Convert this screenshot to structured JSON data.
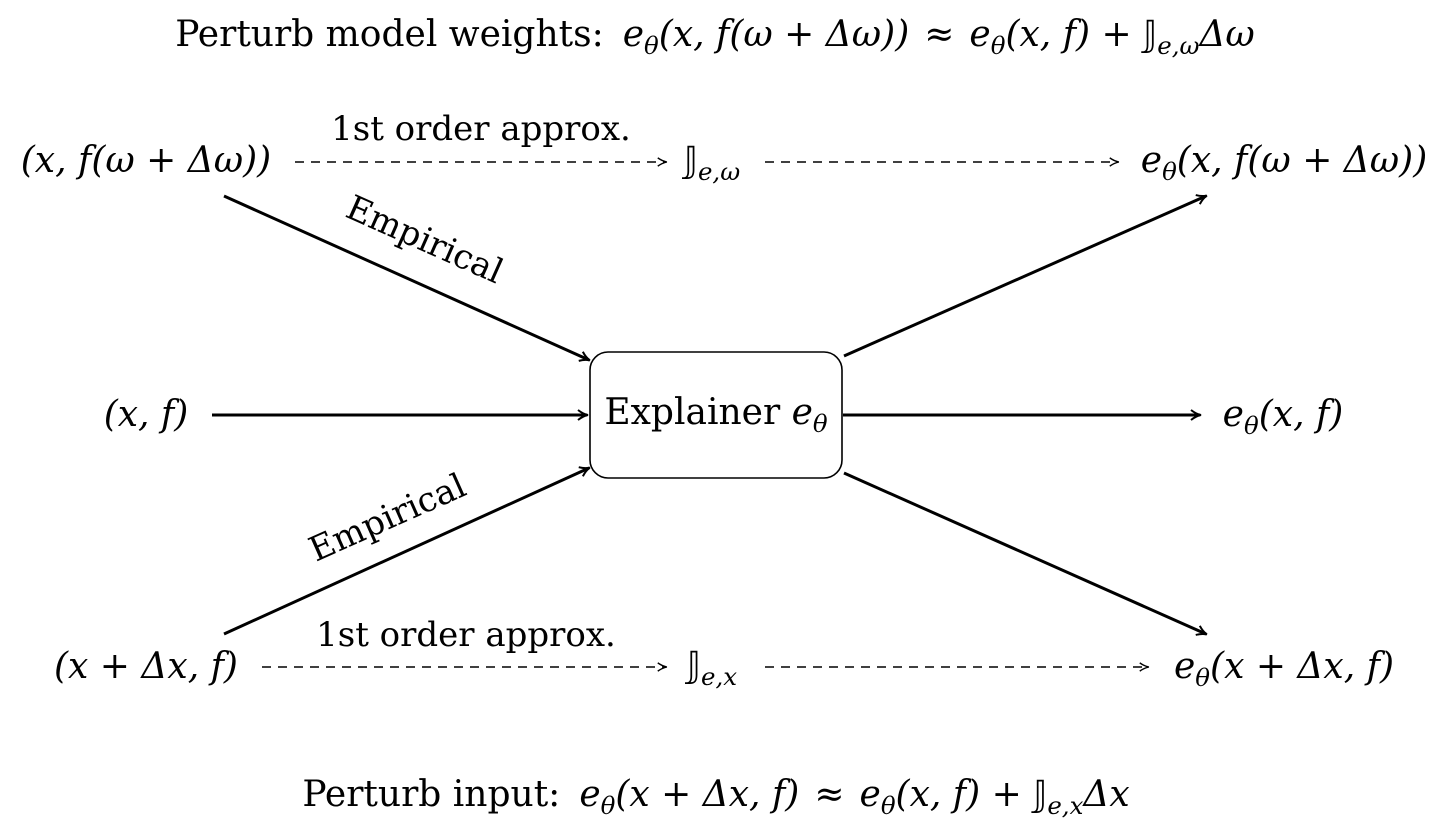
{
  "title_top": {
    "prefix": "Perturb model weights:",
    "e": "e",
    "theta": "θ",
    "lhs_args": "(x, f(ω + Δω))",
    "approx": "≈",
    "rhs_args": "(x, f) + ",
    "J": "𝕁",
    "J_sub": "e,ω",
    "delta": "Δω"
  },
  "title_bottom": {
    "prefix": "Perturb input:",
    "e": "e",
    "theta": "θ",
    "lhs_args": "(x + Δx, f)",
    "approx": "≈",
    "rhs_args": "(x, f) + ",
    "J": "𝕁",
    "J_sub": "e,x",
    "delta": "Δx"
  },
  "nodes": {
    "input_weights": "(x, f(ω + Δω))",
    "input_clean": "(x, f)",
    "input_perturbed": "(x + Δx, f)",
    "explainer_label": "Explainer ",
    "explainer_e": "e",
    "explainer_theta": "θ",
    "jacobian_weights": {
      "J": "𝕁",
      "sub": "e,ω"
    },
    "jacobian_input": {
      "J": "𝕁",
      "sub": "e,x"
    },
    "output_weights": {
      "e": "e",
      "theta": "θ",
      "args": "(x, f(ω + Δω))"
    },
    "output_clean": {
      "e": "e",
      "theta": "θ",
      "args": "(x, f)"
    },
    "output_perturbed": {
      "e": "e",
      "theta": "θ",
      "args": "(x + Δx, f)"
    }
  },
  "edge_labels": {
    "approx_top": "1st order approx.",
    "approx_bottom": "1st order approx.",
    "empirical_top": "Empirical",
    "empirical_bottom": "Empirical"
  }
}
